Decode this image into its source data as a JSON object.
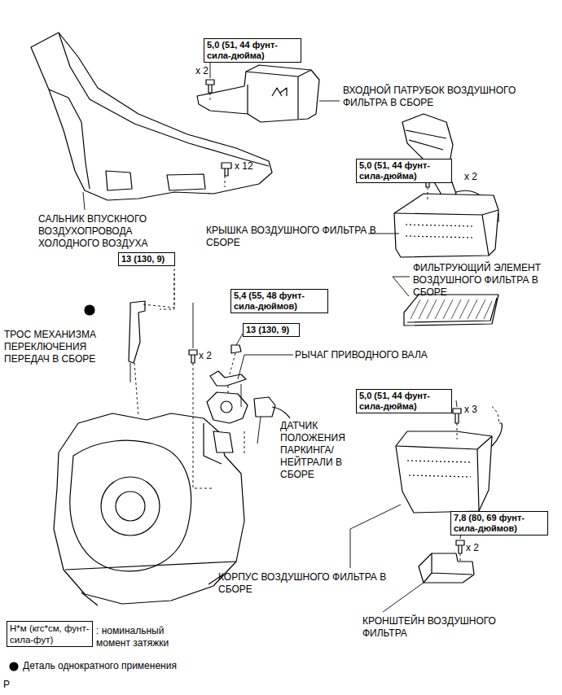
{
  "diagram": {
    "nodes": [
      {
        "text": [
          "5,0 (51, 44 фунт-сила-дюйма)"
        ]
      },
      {
        "text": [
          "5,0 (51, 44 фунт-сила-дюйма)"
        ]
      },
      {
        "text": [
          "13 (130, 9)"
        ]
      },
      {
        "text": [
          "5,4 (55, 48 фунт-сила-дюймов)"
        ]
      },
      {
        "text": [
          "13 (130, 9)"
        ]
      },
      {
        "text": [
          "5,0 (51, 44 фунт-сила-дюйма)"
        ]
      },
      {
        "text": [
          "7,8 (80, 69 фунт-сила-дюймов)"
        ]
      },
      {
        "text": [
          "Н*м (кгс*см, фунт-сила-фут)"
        ]
      }
    ],
    "labels": [
      "x 2",
      "ВХОДНОЙ ПАТРУБОК ВОЗДУШНОГО ФИЛЬТРА В СБОРЕ",
      "x 12",
      "x 2",
      "САЛЬНИК ВПУСКНОГО ВОЗДУХОПРОВОДА ХОЛОДНОГО ВОЗДУХА",
      "КРЫШКА ВОЗДУШНОГО ФИЛЬТРА В СБОРЕ",
      "ФИЛЬТРУЮЩИЙ ЭЛЕМЕНТ ВОЗДУШНОГО ФИЛЬТРА В СБОРЕ",
      "ТРОС МЕХАНИЗМА ПЕРЕКЛЮЧЕНИЯ ПЕРЕДАЧ В СБОРЕ",
      "x 2",
      "РЫЧАГ ПРИВОДНОГО ВАЛА",
      "ДАТЧИК ПОЛОЖЕНИЯ ПАРКИНГА/ НЕЙТРАЛИ В СБОРЕ",
      "x 3",
      "x 2",
      "КОРПУС ВОЗДУШНОГО ФИЛЬТРА В СБОРЕ",
      "КРОНШТЕЙН ВОЗДУШНОГО ФИЛЬТРА",
      "P"
    ],
    "legend": [
      {
        "text": ": номинальный момент затяжки"
      },
      {
        "text": "Деталь однократного применения"
      }
    ]
  }
}
